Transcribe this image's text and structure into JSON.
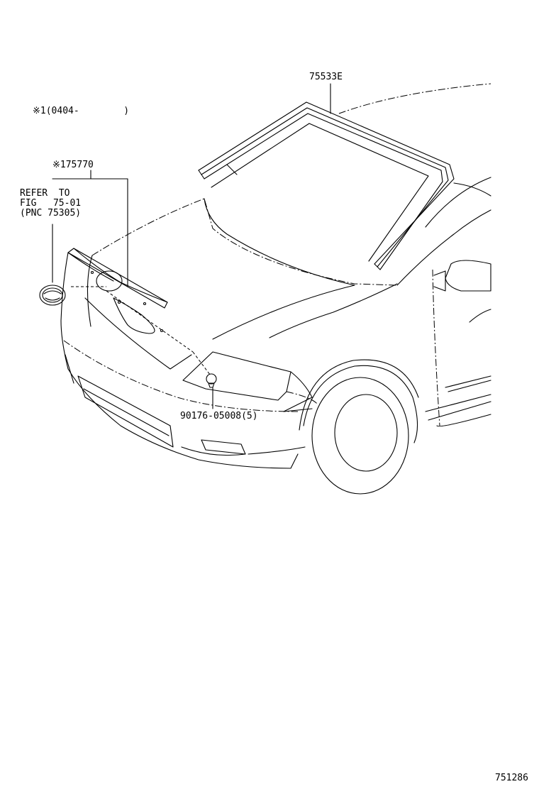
{
  "labels": {
    "applicability": "※1(0404-        )",
    "part_windshield_molding": "75533E",
    "part_grille_emblem": "※175770",
    "refer_line1": "REFER  TO",
    "refer_line2": "FIG   75-01",
    "refer_line3": "(PNC 75305)",
    "part_clip": "90176-05008(5)",
    "figure_number": "751286"
  }
}
